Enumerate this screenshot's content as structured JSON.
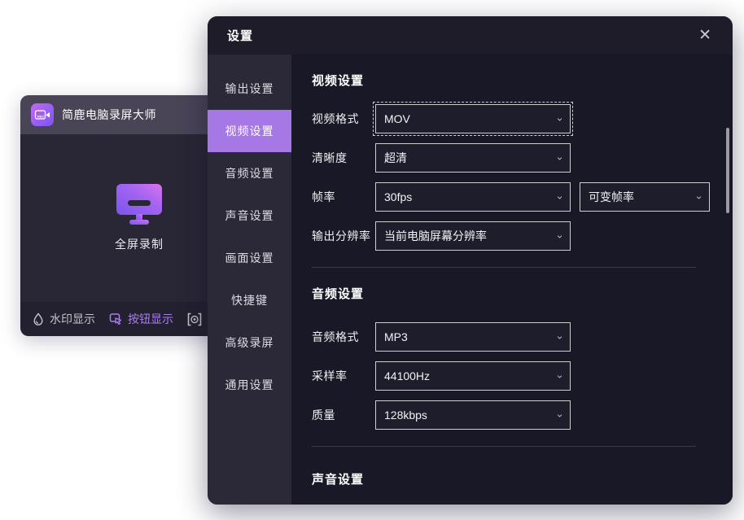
{
  "recorder": {
    "title": "简鹿电脑录屏大师",
    "mode_label": "全屏录制",
    "footer": {
      "watermark_label": "水印显示",
      "button_display_label": "按钮显示"
    }
  },
  "dialog": {
    "title": "设置",
    "close_glyph": "✕",
    "sidebar": [
      "输出设置",
      "视频设置",
      "音频设置",
      "声音设置",
      "画面设置",
      "快捷键",
      "高级录屏",
      "通用设置"
    ],
    "active_tab": "视频设置",
    "video_section": {
      "title": "视频设置",
      "rows": [
        {
          "label": "视频格式",
          "value": "MOV"
        },
        {
          "label": "清晰度",
          "value": "超清"
        },
        {
          "label": "帧率",
          "value": "30fps",
          "value2": "可变帧率"
        },
        {
          "label": "输出分辨率",
          "value": "当前电脑屏幕分辨率"
        }
      ]
    },
    "audio_section": {
      "title": "音频设置",
      "rows": [
        {
          "label": "音频格式",
          "value": "MP3"
        },
        {
          "label": "采样率",
          "value": "44100Hz"
        },
        {
          "label": "质量",
          "value": "128kbps"
        }
      ]
    },
    "sound_section": {
      "title": "声音设置"
    }
  },
  "icons": {
    "chevron": "⌄"
  },
  "colors": {
    "accent_purple": "#a678e6",
    "dialog_bg": "#181826",
    "sidebar_bg": "#2b2938",
    "titlebar_gray": "#4a4457",
    "icon_gradient_start": "#c06bf2",
    "icon_gradient_end": "#7e53ee"
  }
}
